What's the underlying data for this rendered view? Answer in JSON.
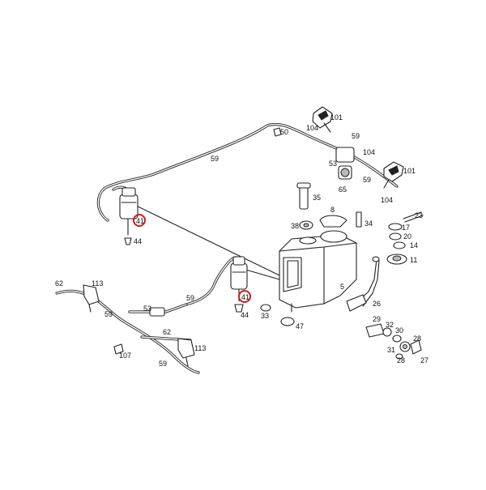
{
  "labels": {
    "p101a": "101",
    "p104a": "104",
    "p50": "50",
    "p59a": "59",
    "p104b": "104",
    "p59top": "59",
    "p59mid": "59",
    "p53a": "53",
    "p65": "65",
    "p59c": "59",
    "p101b": "101",
    "p104c": "104",
    "p35": "35",
    "p8": "8",
    "p38": "38",
    "p34": "34",
    "p23": "23",
    "p17": "17",
    "p20": "20",
    "p14": "14",
    "p11": "11",
    "p41a": "41",
    "p44a": "44",
    "p5": "5",
    "p26": "26",
    "p41b": "41",
    "p44b": "44",
    "p33": "33",
    "p47": "47",
    "p62a": "62",
    "p113a": "113",
    "p59d": "59",
    "p53b": "53",
    "p62b": "62",
    "p113b": "113",
    "p107": "107",
    "p59e": "59",
    "p29": "29",
    "p32": "32",
    "p30": "30",
    "p28a": "28",
    "p31": "31",
    "p27": "27",
    "p28b": "28"
  },
  "highlight_color": "#d11a1a",
  "line_color": "#222222"
}
